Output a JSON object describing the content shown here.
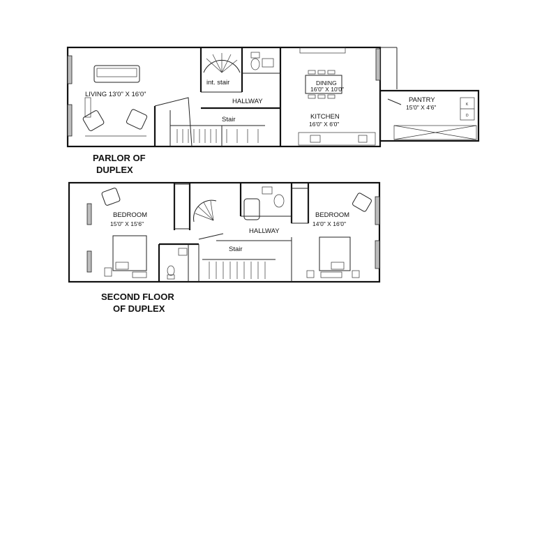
{
  "parlor": {
    "caption_line1": "PARLOR OF",
    "caption_line2": "DUPLEX",
    "living": "LIVING 13'0\" X 16'0\"",
    "int_stair": "int. stair",
    "hallway": "HALLWAY",
    "stair": "Stair",
    "dining": "DINING",
    "dining_dim": "16'0\" X 10'0\"",
    "kitchen": "KITCHEN",
    "kitchen_dim": "16'0\" X 6'0\"",
    "pantry": "PANTRY",
    "pantry_dim": "15'0\" X 4'6\"",
    "pantry_appl_1": "K",
    "pantry_appl_2": "D"
  },
  "second_floor": {
    "caption_line1": "SECOND FLOOR",
    "caption_line2": "OF DUPLEX",
    "bedroom_left": "BEDROOM",
    "bedroom_left_dim": "15'0\" X 15'6\"",
    "bedroom_right": "BEDROOM",
    "bedroom_right_dim": "14'0\" X 16'0\"",
    "hallway": "HALLWAY",
    "stair": "Stair"
  }
}
